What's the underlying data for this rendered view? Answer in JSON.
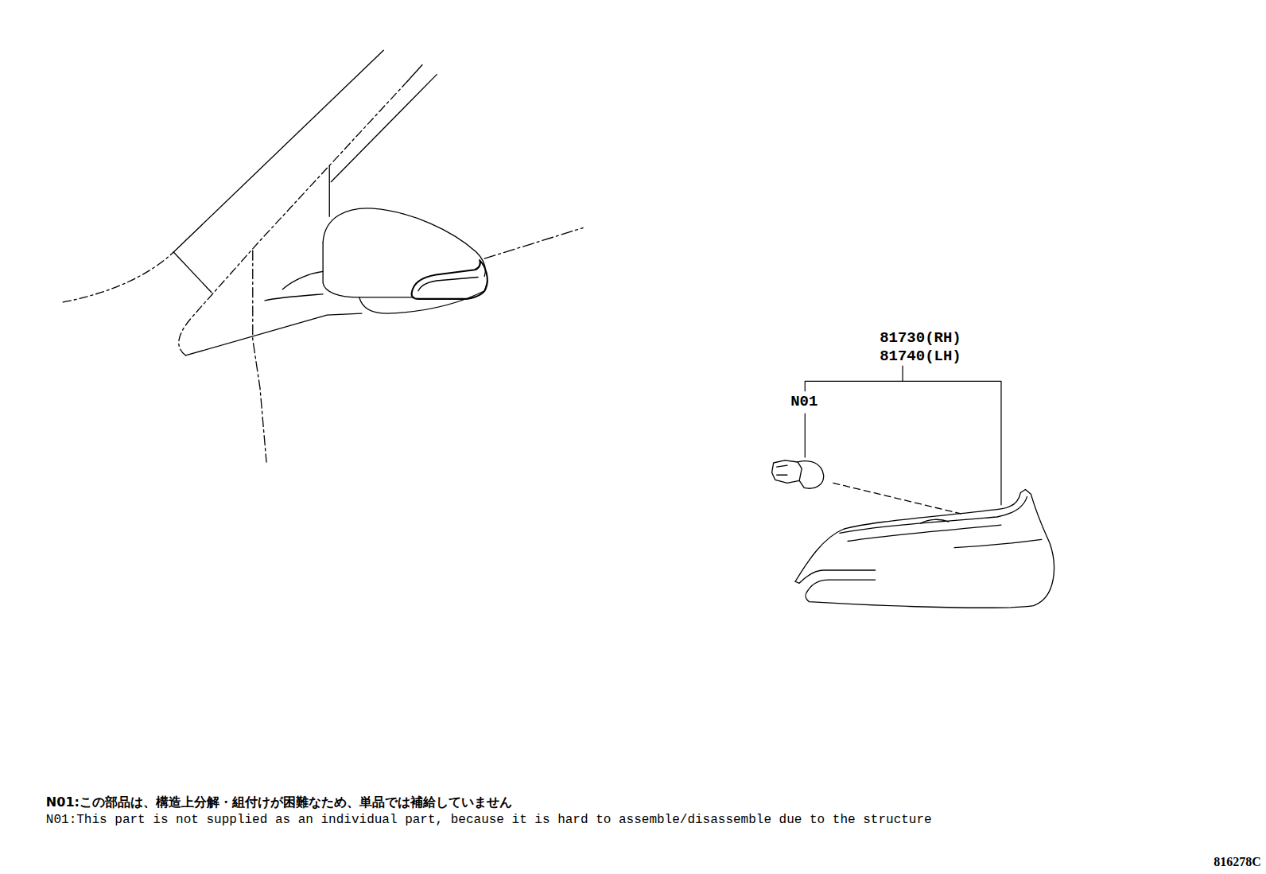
{
  "diagram": {
    "labels": [
      "81730(RH)",
      "81740(LH)",
      "N01",
      "N01:この部品は、構造上分解・組付けが困難なため、単品では補給していません",
      "N01:This part is not supplied as an individual part, because it is hard to assemble/disassemble due to the structure",
      "816278C"
    ]
  }
}
